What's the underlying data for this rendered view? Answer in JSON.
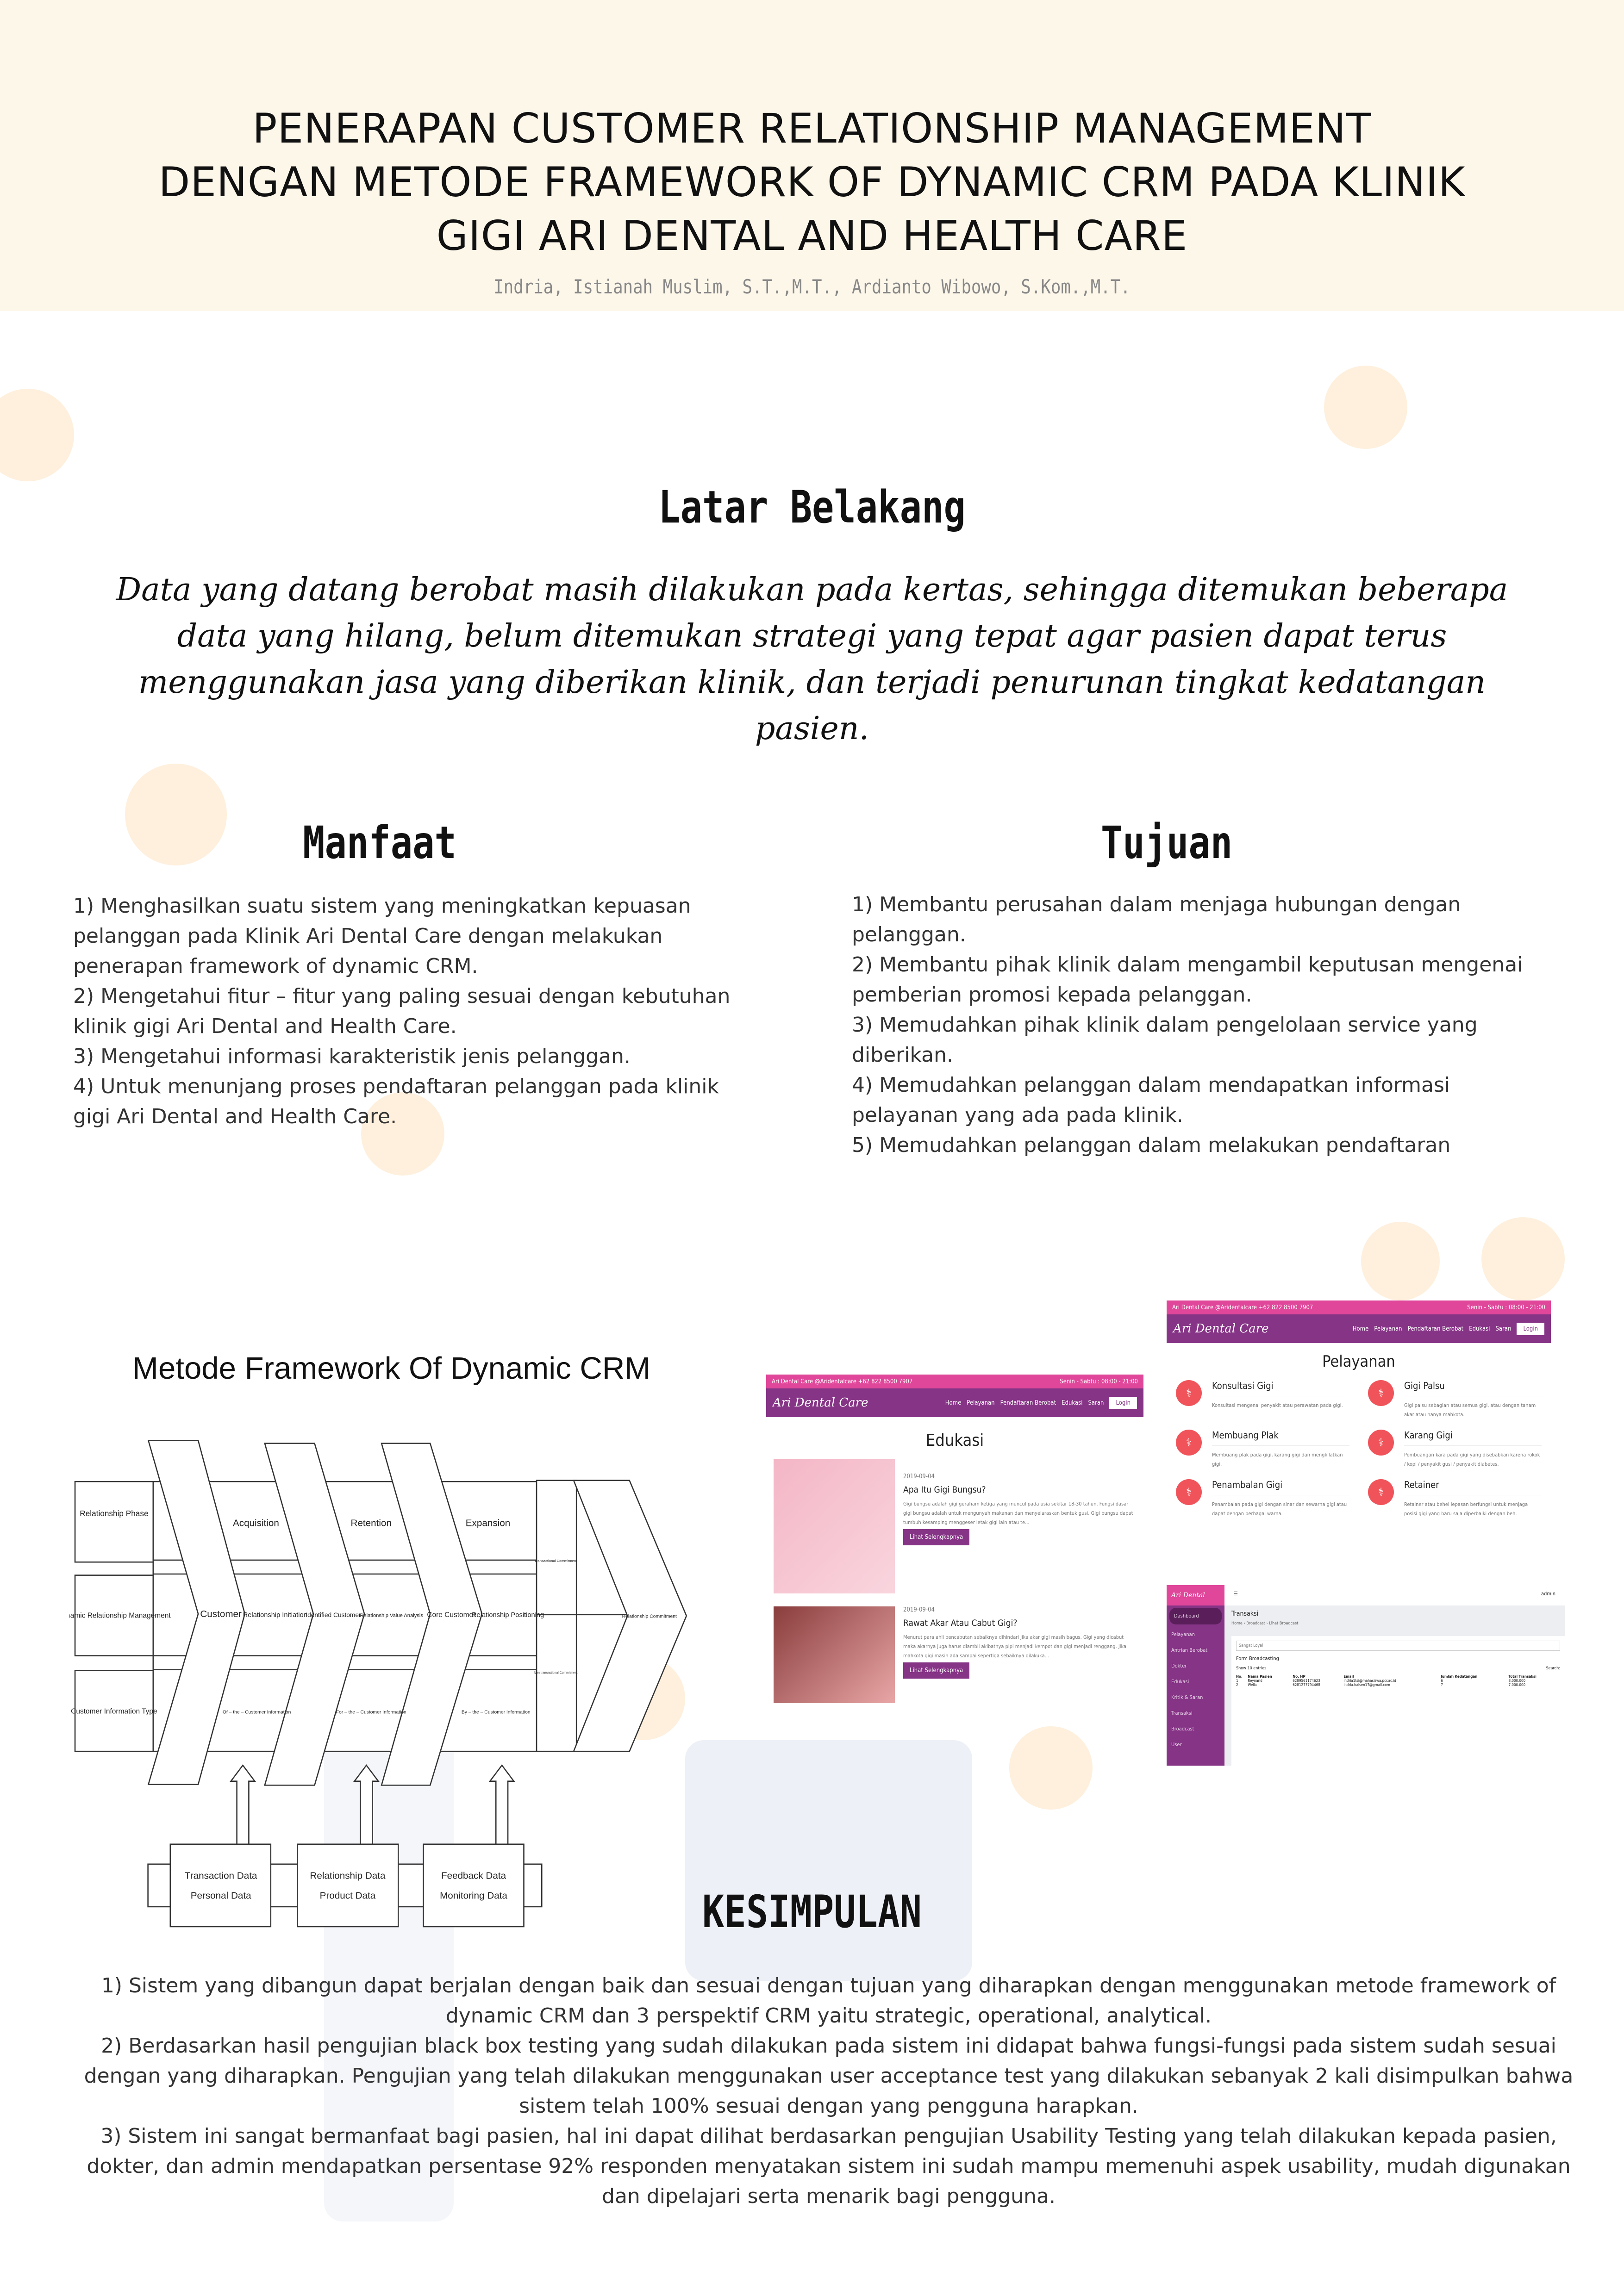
{
  "header": {
    "title_lines": [
      "PENERAPAN CUSTOMER RELATIONSHIP MANAGEMENT",
      "DENGAN METODE FRAMEWORK OF DYNAMIC CRM PADA KLINIK",
      "GIGI ARI DENTAL AND HEALTH CARE"
    ],
    "authors": "Indria, Istianah Muslim, S.T.,M.T., Ardianto Wibowo, S.Kom.,M.T."
  },
  "latar": {
    "heading": "Latar Belakang",
    "text": "Data yang datang berobat masih dilakukan pada kertas, sehingga ditemukan beberapa data yang hilang, belum ditemukan strategi yang tepat agar pasien dapat terus menggunakan jasa yang diberikan klinik, dan terjadi penurunan tingkat kedatangan pasien."
  },
  "manfaat": {
    "heading": "Manfaat",
    "items": [
      "1)  Menghasilkan suatu sistem yang meningkatkan kepuasan pelanggan pada Klinik Ari Dental Care dengan melakukan penerapan framework of dynamic CRM.",
      "2)  Mengetahui fitur – fitur yang paling sesuai dengan kebutuhan klinik gigi Ari Dental and Health Care.",
      "3)  Mengetahui informasi karakteristik jenis pelanggan.",
      "4)  Untuk menunjang proses pendaftaran pelanggan pada klinik gigi Ari Dental and Health Care."
    ]
  },
  "tujuan": {
    "heading": "Tujuan",
    "items": [
      "1)  Membantu perusahan dalam menjaga hubungan dengan pelanggan.",
      "2)  Membantu pihak klinik dalam mengambil keputusan mengenai pemberian promosi kepada pelanggan.",
      "3)  Memudahkan pihak klinik dalam pengelolaan service yang diberikan.",
      "4)  Memudahkan pelanggan dalam mendapatkan informasi pelayanan yang ada pada klinik.",
      "5)  Memudahkan pelanggan dalam melakukan pendaftaran"
    ]
  },
  "diagram": {
    "title": "Metode Framework Of Dynamic CRM",
    "rows": [
      "Relationship Phase",
      "Dynamic Relationship Management",
      "Customer Information Type"
    ],
    "phases": [
      "Acquisition",
      "Retention",
      "Expansion"
    ],
    "customers": [
      "Customer",
      "Identified Customer",
      "Core Customer"
    ],
    "mgmt": [
      "Relationship Initiation",
      "Relationship Value Analysis",
      "Relationship Positioning"
    ],
    "info": [
      "Of – the – Customer Information",
      "For – the – Customer Information",
      "By – the – Customer Information"
    ],
    "commit": [
      "Transactional Commitment",
      "Non transactional Commitment",
      "Relationship Commitment"
    ],
    "data": [
      "Transaction Data",
      "Personal Data",
      "Relationship Data",
      "Product Data",
      "Feedback Data",
      "Monitoring Data"
    ]
  },
  "site": {
    "top_left": "Ari Dental Care   @Aridentalcare   +62 822 8500 7907",
    "hours": "Senin - Sabtu : 08:00 - 21:00",
    "brand": "Ari Dental Care",
    "nav": [
      "Home",
      "Pelayanan",
      "Pendaftaran Berobat",
      "Edukasi",
      "Saran"
    ],
    "login": "Login"
  },
  "edukasi": {
    "title": "Edukasi",
    "more": "Lihat Selengkapnya",
    "posts": [
      {
        "date": "2019-09-04",
        "title": "Apa Itu Gigi Bungsu?",
        "text": "Gigi bungsu adalah gigi geraham ketiga yang muncul pada usia sekitar 18-30 tahun. Fungsi dasar gigi bungsu adalah untuk mengunyah makanan dan menyelaraskan bentuk gusi. Gigi bungsu dapat tumbuh kesamping menggeser letak gigi lain atau te..."
      },
      {
        "date": "2019-09-04",
        "title": "Rawat Akar Atau Cabut Gigi?",
        "text": "Menurut para ahli pencabutan sebaiknya dihindari jika akar gigi masih bagus. Gigi yang dicabut maka akarnya juga harus diambil akibatnya pipi menjadi kempot dan gigi menjadi renggang. Jika mahkota gigi masih ada sampai sepertiga sebaiknya dilakuka..."
      }
    ]
  },
  "pelayanan": {
    "title": "Pelayanan",
    "items": [
      {
        "name": "Konsultasi Gigi",
        "desc": "Konsultasi mengenai penyakit atau perawatan pada gigi."
      },
      {
        "name": "Gigi Palsu",
        "desc": "Gigi palsu sebagian atau semua gigi, atau dengan tanam akar atau hanya mahkota."
      },
      {
        "name": "Membuang Plak",
        "desc": "Membuang plak pada gigi, karang gigi dan mengkilatkan gigi."
      },
      {
        "name": "Karang Gigi",
        "desc": "Pembuangan kara pada gigi yang disebabkan karena rokok / kopi / penyakit gusi / penyakit diabetes."
      },
      {
        "name": "Penambalan Gigi",
        "desc": "Penambalan pada gigi dengan sinar dan sewarna gigi atau dapat dengan berbagai warna."
      },
      {
        "name": "Retainer",
        "desc": "Retainer atau behel lepasan berfungsi untuk menjaga posisi gigi yang baru saja diperbaiki dengan beh."
      }
    ]
  },
  "admin": {
    "brand": "Ari Dental",
    "user": "admin",
    "menu": [
      "Dashboard",
      "Pelayanan",
      "Antrian Berobat",
      "Dokter",
      "Edukasi",
      "Kritik & Saran",
      "Transaksi",
      "Broadcast",
      "User"
    ],
    "page": "Transaksi",
    "breadcrumb": "Home › Broadcast › Lihat Broadcast",
    "select": "Sangat Loyal",
    "form": "Form Broadcasting",
    "show": "Show 10 entries",
    "search": "Search:",
    "columns": [
      "No.",
      "Nama Pasien",
      "No. HP",
      "Email",
      "Jumlah Kedatangan",
      "Total Transaksi"
    ],
    "rows": [
      [
        "1",
        "Reynand",
        "6289561174623",
        "indria1tsi@mahasiswa.pcr.ac.id",
        "6",
        "8.000.000"
      ],
      [
        "2",
        "Wella",
        "6281277794468",
        "indria.halsen17@gmail.com",
        "7",
        "7.000.000"
      ]
    ]
  },
  "kesimpulan": {
    "heading": "KESIMPULAN",
    "items": [
      "1)        Sistem yang dibangun dapat berjalan dengan baik dan sesuai dengan tujuan yang diharapkan dengan menggunakan metode framework of dynamic CRM dan 3 perspektif CRM yaitu strategic, operational, analytical.",
      "2)        Berdasarkan hasil pengujian black box testing yang sudah dilakukan pada sistem ini didapat bahwa fungsi-fungsi pada sistem sudah sesuai dengan yang diharapkan. Pengujian yang telah dilakukan menggunakan user acceptance test yang dilakukan sebanyak 2 kali disimpulkan bahwa sistem telah 100% sesuai dengan yang pengguna harapkan.",
      "3)        Sistem ini sangat bermanfaat bagi pasien, hal ini dapat dilihat berdasarkan pengujian Usability Testing yang telah dilakukan kepada pasien, dokter, dan admin mendapatkan persentase 92% responden menyatakan sistem ini sudah mampu memenuhi aspek usability, mudah digunakan dan dipelajari serta menarik bagi pengguna."
    ]
  }
}
